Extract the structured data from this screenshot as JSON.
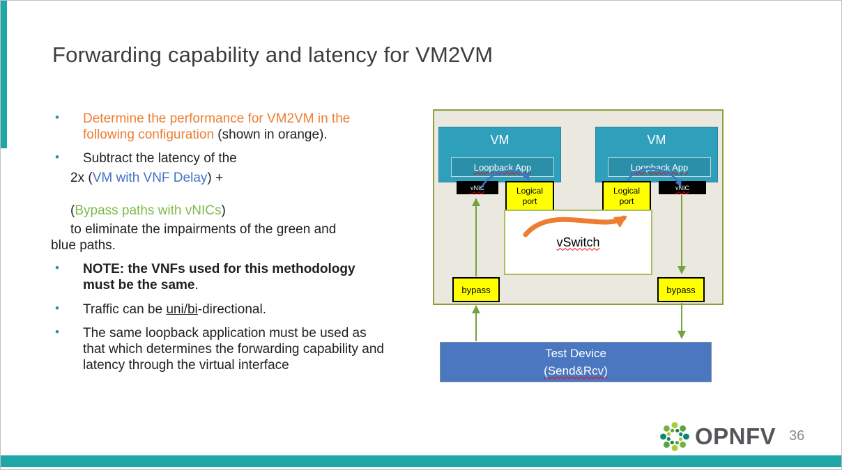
{
  "slide": {
    "title": "Forwarding capability and latency for VM2VM",
    "page_number": "36",
    "logo_text": "OPNFV"
  },
  "bullets": {
    "b1": {
      "orange": "Determine the performance for VM2VM in the following configuration",
      "rest": " (shown in orange)."
    },
    "b2": {
      "lead": "Subtract the latency of the",
      "line1_pre": "2x (",
      "line1_blue": "VM with VNF Delay",
      "line1_post": ") +",
      "line2_pre": "(",
      "line2_green": "Bypass paths with vNICs",
      "line2_post": ")",
      "line3": "to eliminate the impairments of the green and",
      "line4": "blue paths."
    },
    "b3": {
      "bold": "NOTE: the VNFs used for this methodology must be the same",
      "rest": "."
    },
    "b4": {
      "pre": "Traffic can be ",
      "underlined": "uni/bi",
      "post": "-directional."
    },
    "b5": {
      "text": "The same loopback application must be used as that which determines the forwarding capability and latency through the virtual interface"
    }
  },
  "diagram": {
    "vm_left": {
      "title": "VM",
      "app": "Loopback App",
      "vnic": "vNIC",
      "port": "Logical\nport"
    },
    "vm_right": {
      "title": "VM",
      "app": "Loopback App",
      "vnic": "vNIC",
      "port": "Logical\nport"
    },
    "vswitch": "vSwitch",
    "bypass_left": "bypass",
    "bypass_right": "bypass",
    "test_device_line1": "Test Device",
    "test_device_line2": "(Send&Rcv)"
  },
  "colors": {
    "accent_teal": "#1FA7A7",
    "orange_text": "#ED7D31",
    "blue_text": "#4472C4",
    "green_text": "#7CBB4A",
    "vm_fill": "#2FA0BC",
    "loopback_fill": "#2B8FA9",
    "diagram_bg": "#EAE8DF",
    "diagram_border": "#8C9F3C",
    "yellow_box": "#FFFF00",
    "test_device_fill": "#4A77C0",
    "arrow_green": "#76A23E",
    "arrow_orange": "#ED7D31",
    "arrow_blue": "#4472C4"
  }
}
